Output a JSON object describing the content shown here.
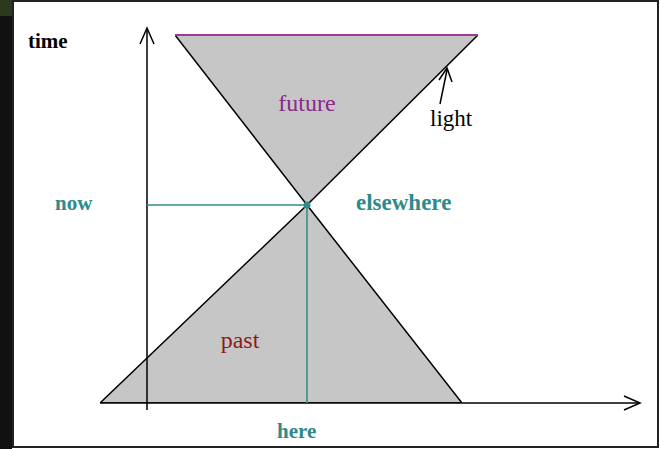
{
  "diagram": {
    "nodes": [
      {
        "text": [
          "future"
        ]
      },
      {
        "text": [
          "past"
        ]
      }
    ],
    "labels": [
      "time",
      "light",
      "now",
      "elsewhere",
      "here"
    ]
  }
}
